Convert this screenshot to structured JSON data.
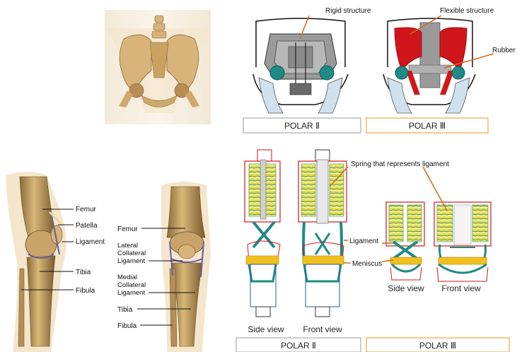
{
  "top_right": {
    "rigid_structure": "Rigid structure",
    "flexible_structure": "Flexible structure",
    "rubber": "Rubber",
    "polar_ii": "POLAR Ⅱ",
    "polar_iii": "POLAR Ⅲ"
  },
  "left_knee": {
    "femur": "Femur",
    "patella": "Patella",
    "ligament": "Ligament",
    "tibia": "Tibia",
    "fibula": "Fibula"
  },
  "front_knee": {
    "femur": "Femur",
    "lateral_1": "Lateral",
    "lateral_2": "Collateral",
    "lateral_3": "Ligament",
    "medial_1": "Medial",
    "medial_2": "Collateral",
    "medial_3": "Ligament",
    "tibia": "Tibia",
    "fibula": "Fibula"
  },
  "bottom_right": {
    "spring": "Spring that represents ligament",
    "ligament": "Ligament",
    "meniscus": "Meniscus",
    "side_view_ii": "Side view",
    "front_view_ii": "Front view",
    "side_view_iii": "Side view",
    "front_view_iii": "Front view",
    "polar_ii": "POLAR Ⅱ",
    "polar_iii": "POLAR Ⅲ"
  },
  "colors": {
    "bone": "#c9a46a",
    "bone_dark": "#8a6a3a",
    "teal": "#1f8a86",
    "red": "#d0161a",
    "orange": "#f0a840",
    "spring_yellow": "#e9e34a",
    "spring_green": "#3f8a3a"
  }
}
